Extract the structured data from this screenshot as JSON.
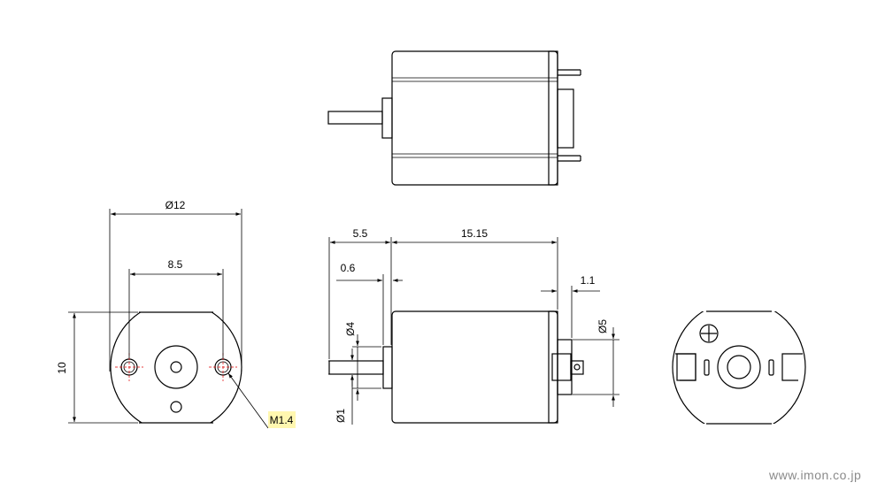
{
  "dimensions": {
    "outer_diameter": "Ø12",
    "hole_spacing": "8.5",
    "flat_height": "10",
    "thread": "M1.4",
    "shaft_length": "5.5",
    "body_length": "15.15",
    "boss_length": "0.6",
    "terminal_offset": "1.1",
    "boss_diameter": "Ø4",
    "shaft_diameter": "Ø1",
    "terminal_diameter": "Ø5"
  },
  "credit": "www.imon.co.jp",
  "colors": {
    "line": "#000000",
    "centerline": "#e00000",
    "callout_bg": "#fff7b0",
    "credit_text": "#8a8a8a"
  }
}
